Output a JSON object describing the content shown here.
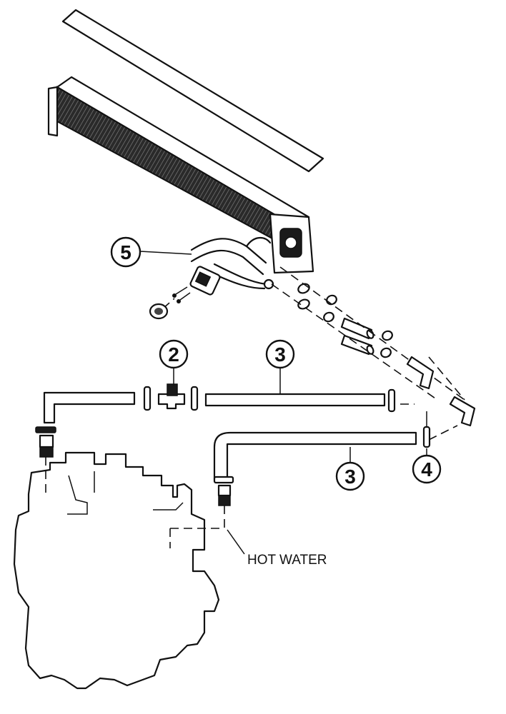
{
  "callouts": {
    "c5": "5",
    "c2": "2",
    "c3a": "3",
    "c3b": "3",
    "c4": "4"
  },
  "labels": {
    "hot_water": "HOT WATER"
  },
  "colors": {
    "ink": "#111111",
    "paper": "#ffffff"
  }
}
